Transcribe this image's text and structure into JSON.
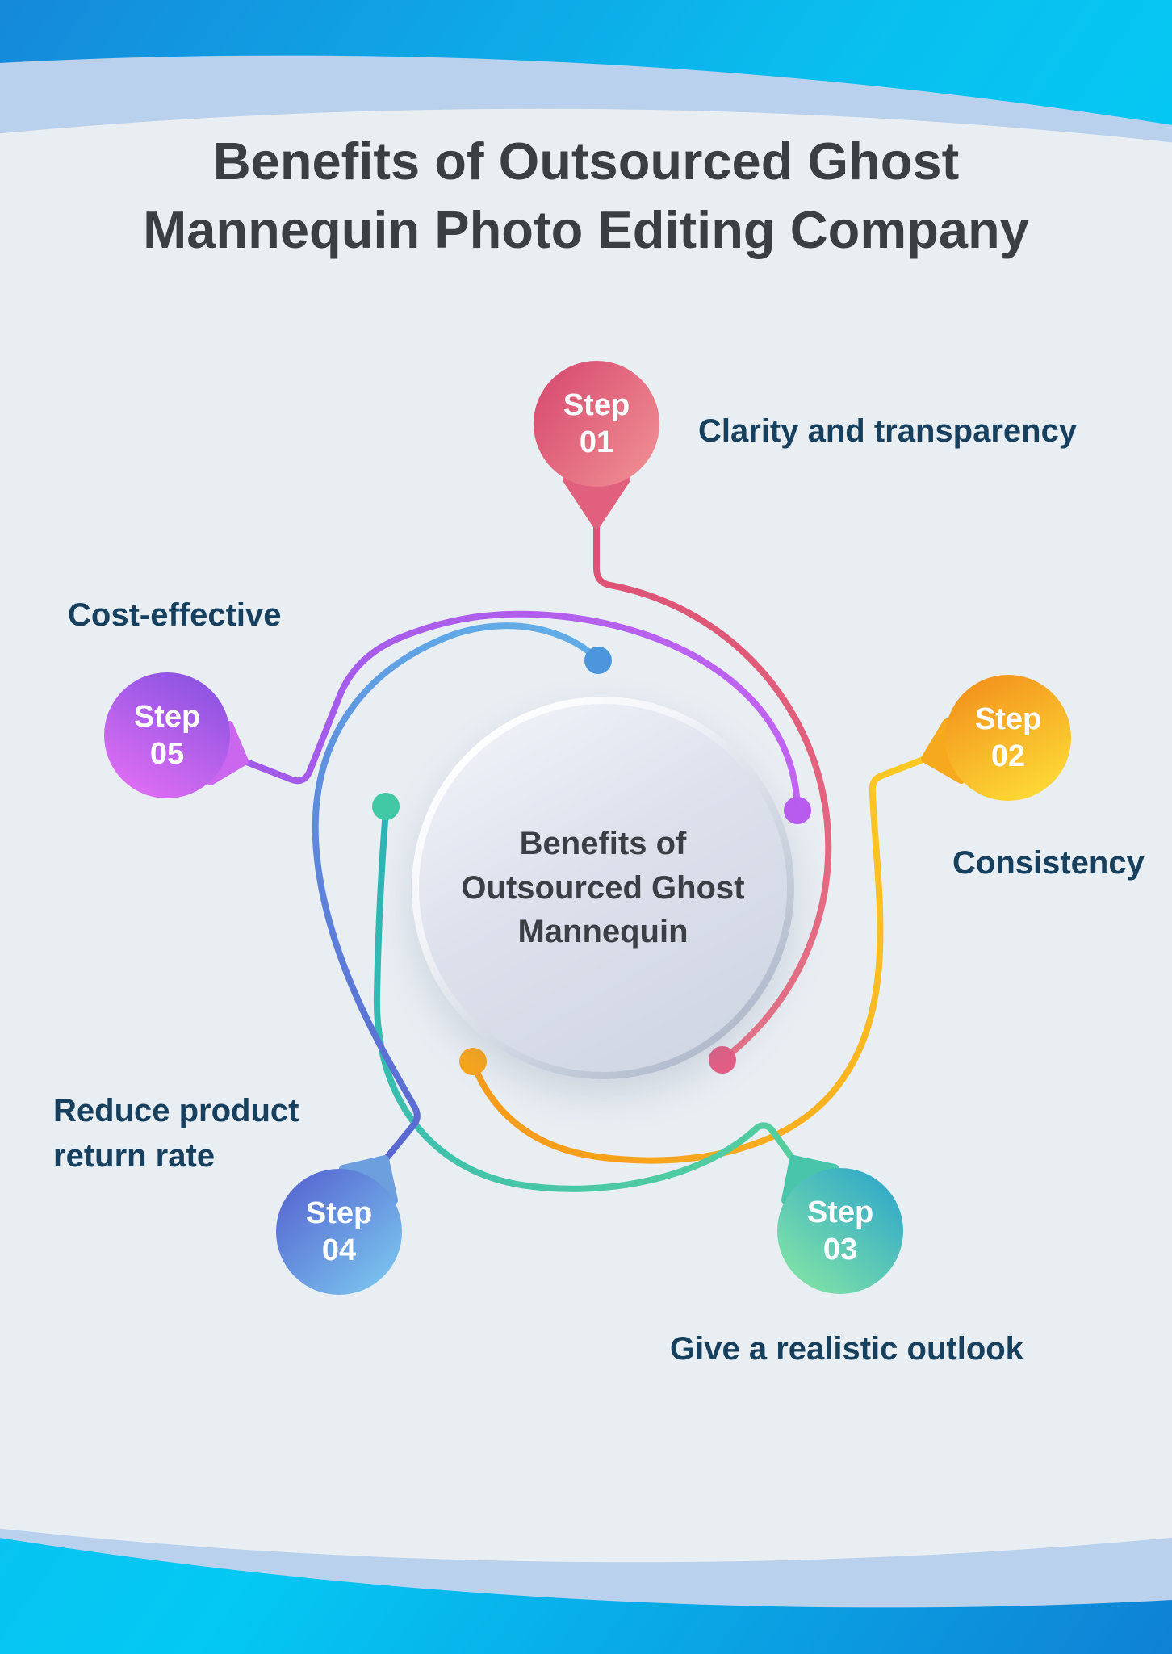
{
  "title": {
    "line1": "Benefits of Outsourced Ghost",
    "line2": "Mannequin Photo Editing Company"
  },
  "center_circle": {
    "line1": "Benefits of",
    "line2": "Outsourced Ghost",
    "line3": "Mannequin"
  },
  "steps": [
    {
      "word": "Step",
      "number": "01",
      "caption": "Clarity and transparency",
      "balloon_from": "#d84b70",
      "balloon_to": "#ef8e92",
      "tail_color": "#e0607d",
      "arc_from": "#db5073",
      "arc_to": "#ea7287",
      "dot_color": "#e75d84"
    },
    {
      "word": "Step",
      "number": "02",
      "caption": "Consistency",
      "balloon_from": "#f3941d",
      "balloon_to": "#fdd835",
      "tail_color": "#f7a91e",
      "arc_from": "#fcca24",
      "arc_to": "#f79c1b",
      "dot_color": "#f8a51b"
    },
    {
      "word": "Step",
      "number": "03",
      "caption": "Give a realistic outlook",
      "balloon_from": "#31a9c9",
      "balloon_to": "#84e5a5",
      "tail_color": "#49c6aa",
      "arc_from": "#55cf9e",
      "arc_to": "#2bb4b7",
      "dot_color": "#41c8a4"
    },
    {
      "word": "Step",
      "number": "04",
      "caption": "Reduce product return rate",
      "balloon_from": "#5562d0",
      "balloon_to": "#7ccaf0",
      "tail_color": "#6d9ede",
      "arc_from": "#5a66d0",
      "arc_to": "#61abe7",
      "dot_color": "#4b96dd"
    },
    {
      "word": "Step",
      "number": "05",
      "caption": "Cost-effective",
      "balloon_from": "#9055e2",
      "balloon_to": "#e16ef4",
      "tail_color": "#cb66ef",
      "arc_from": "#a05ae8",
      "arc_to": "#c263f2",
      "dot_color": "#b95bf0"
    }
  ],
  "colors": {
    "background_blue": "#1589da",
    "background_cyan": "#04c9f4",
    "band_light_blue": "#b9d1ec",
    "panel_gray": "#e9eef3",
    "caption_navy": "#17405f",
    "title_gray": "#3a3f44",
    "circle_text": "#3a3f45",
    "step_text": "#ffffff"
  }
}
